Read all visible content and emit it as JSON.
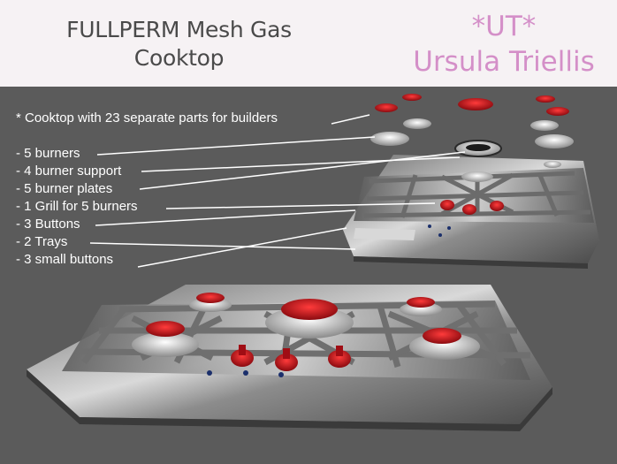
{
  "header": {
    "title_line1": "FULLPERM Mesh Gas",
    "title_line2": "Cooktop",
    "brand_line1": "*UT*",
    "brand_line2": "Ursula Triellis"
  },
  "features": {
    "intro": "* Cooktop with 23 separate parts for builders",
    "items": [
      "- 5 burners",
      "- 4 burner support",
      "- 5 burner plates",
      "- 1 Grill for 5 burners",
      "- 3 Buttons",
      "- 2 Trays",
      "- 3 small buttons"
    ]
  },
  "colors": {
    "background": "#5b5b5b",
    "header": "#f6f2f4",
    "title": "#4a4a4a",
    "brand": "#d48fc8",
    "burner_red": "#c0121a",
    "steel": "#b9b9b9"
  }
}
